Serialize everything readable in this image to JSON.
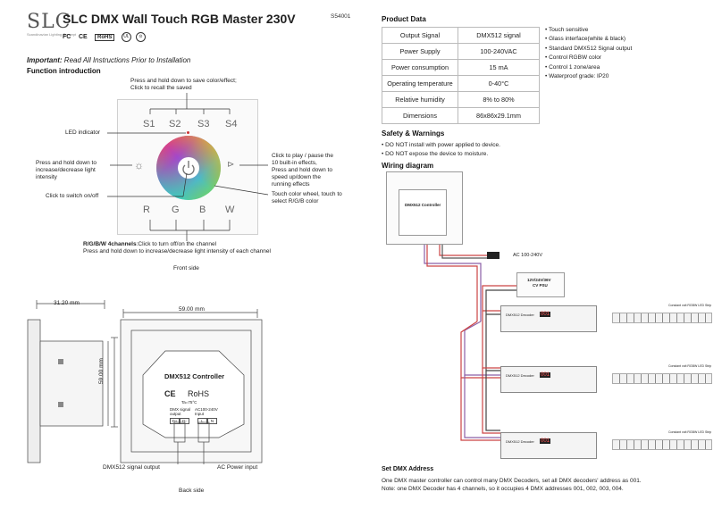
{
  "header": {
    "logo": "SLC",
    "logo_sub": "Scandinavian Lighting Concept",
    "title": "SLC DMX Wall Touch RGB Master 230V",
    "code": "S54001",
    "certs": [
      "FC",
      "CE",
      "RoHS",
      "UL",
      "⊙"
    ]
  },
  "important": {
    "label": "Important:",
    "text": "Read All Instructions Prior to Installation"
  },
  "function": {
    "heading": "Function introduction",
    "hold_save": "Press and hold down to save color/effect;",
    "click_recall": "Click to recall the saved",
    "buttons_top": [
      "S1",
      "S2",
      "S3",
      "S4"
    ],
    "buttons_bottom": [
      "R",
      "G",
      "B",
      "W"
    ],
    "led": "LED indicator",
    "brightness_1": "Press and hold down to",
    "brightness_2": "increase/decrease light",
    "brightness_3": "intensity",
    "switch": "Click to switch on/off",
    "play_1": "Click to play / pause the",
    "play_2": "10 built-in effects,",
    "play_3": "Press and hold down to",
    "play_4": "speed up/down the",
    "play_5": "running effects",
    "wheel_1": "Touch color wheel, touch to",
    "wheel_2": "select R/G/B color",
    "rgbw_bold": "R/G/B/W 4channels",
    "rgbw_1": ":Click to turn off/on the channel",
    "rgbw_2": "Press and hold down to increase/decrease light intensity of each channel",
    "front": "Front side"
  },
  "back": {
    "dim_depth": "31.20 mm",
    "dim_width": "59.00 mm",
    "dim_height": "59.00 mm",
    "controller": "DMX512 Controller",
    "ce": "CE",
    "rohs": "RoHS",
    "temp": "Ta=75°C",
    "dmx_out_1": "DMX signal",
    "dmx_out_2": "output",
    "ac_in_1": "AC100-240V",
    "ac_in_2": "Input",
    "terminals": [
      "D+",
      "D-",
      "",
      "L",
      "N"
    ],
    "label_dmx": "DMX512 signal output",
    "label_ac": "AC Power input",
    "caption": "Back side"
  },
  "product": {
    "heading": "Product Data",
    "rows": [
      [
        "Output Signal",
        "DMX512 signal"
      ],
      [
        "Power Supply",
        "100-240VAC"
      ],
      [
        "Power consumption",
        "15 mA"
      ],
      [
        "Operating temperature",
        "0-40°C"
      ],
      [
        "Relative humidity",
        "8% to 80%"
      ],
      [
        "Dimensions",
        "86x86x29.1mm"
      ]
    ],
    "features": [
      "Touch sensitive",
      "Glass interface(white & black)",
      "Standard DMX512 Signal output",
      "Control RGBW color",
      "Control 1 zone/area",
      "Waterproof grade: IP20"
    ]
  },
  "safety": {
    "heading": "Safety & Warnings",
    "items": [
      "• DO NOT install with power applied to device.",
      "• DO NOT expose the device to moisture."
    ]
  },
  "wiring": {
    "heading": "Wiring diagram",
    "controller": "DMX512 Controller",
    "ac": "AC 100-240V",
    "psu_1": "12V/24V/36V",
    "psu_2": "CV PSU",
    "decoder": "DMX512 Decoder",
    "display": "001",
    "strip": "Constant volt RGBW LED Strip"
  },
  "address": {
    "heading": "Set DMX Address",
    "line1": "One DMX master controller can control many DMX Decoders, set all DMX decoders' address as 001.",
    "line2": "Note: one DMX Decoder has 4 channels, so it occupies 4 DMX addresses 001, 002, 003, 004."
  }
}
